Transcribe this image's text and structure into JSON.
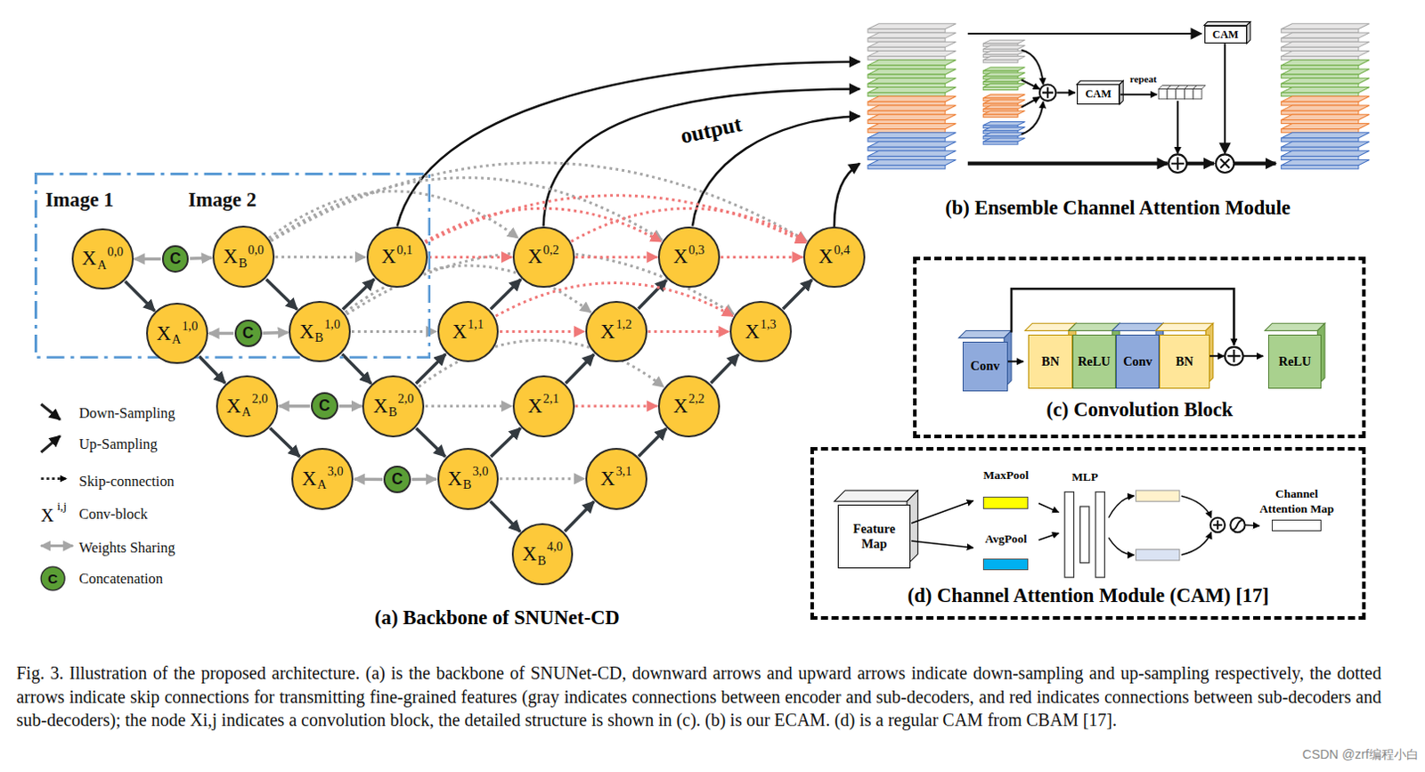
{
  "diagram": {
    "caption": "Fig. 3. Illustration of the proposed architecture. (a) is the backbone of SNUNet-CD, downward arrows and upward arrows indicate down-sampling and up-sampling respectively, the dotted arrows indicate skip connections for transmitting fine-grained features (gray indicates connections between encoder and sub-decoders, and red indicates connections between sub-decoders and sub-decoders); the node Xi,j indicates a convolution block, the detailed structure is shown in (c). (b) is our ECAM. (d) is a regular CAM from CBAM [17].",
    "nodes": [
      {
        "text": [
          "Image 1",
          "Image 2"
        ]
      },
      {
        "text": [
          "X",
          "A",
          "0,0"
        ],
        "in": 0
      },
      {
        "text": [
          "C"
        ],
        "in": 0
      },
      {
        "text": [
          "X",
          "B",
          "0,0"
        ],
        "in": 0
      },
      {
        "text": [
          "X",
          "A",
          "1,0"
        ],
        "in": 0
      },
      {
        "text": [
          "C"
        ],
        "in": 0
      },
      {
        "text": [
          "X",
          "B",
          "1,0"
        ],
        "in": 0
      },
      {
        "text": [
          "X",
          "0,1"
        ]
      },
      {
        "text": [
          "X",
          "0,2"
        ]
      },
      {
        "text": [
          "X",
          "0,3"
        ]
      },
      {
        "text": [
          "X",
          "0,4"
        ]
      },
      {
        "text": [
          "X",
          "1,1"
        ]
      },
      {
        "text": [
          "X",
          "1,2"
        ]
      },
      {
        "text": [
          "X",
          "1,3"
        ]
      },
      {
        "text": [
          "X",
          "A",
          "2,0"
        ]
      },
      {
        "text": [
          "C"
        ]
      },
      {
        "text": [
          "X",
          "B",
          "2,0"
        ]
      },
      {
        "text": [
          "X",
          "2,1"
        ]
      },
      {
        "text": [
          "X",
          "2,2"
        ]
      },
      {
        "text": [
          "X",
          "A",
          "3,0"
        ]
      },
      {
        "text": [
          "C"
        ]
      },
      {
        "text": [
          "X",
          "B",
          "3,0"
        ]
      },
      {
        "text": [
          "X",
          "3,1"
        ]
      },
      {
        "text": [
          "X",
          "B",
          "4,0"
        ]
      },
      {
        "text": [
          "CAM"
        ]
      },
      {
        "text": [
          "CAM"
        ]
      },
      {
        "text": [
          "(c) Convolution Block"
        ]
      },
      {
        "text": [
          "Conv"
        ],
        "in": 26
      },
      {
        "text": [
          "BN"
        ],
        "in": 26
      },
      {
        "text": [
          "ReLU"
        ],
        "in": 26
      },
      {
        "text": [
          "Conv"
        ],
        "in": 26
      },
      {
        "text": [
          "BN"
        ],
        "in": 26
      },
      {
        "text": [
          "ReLU"
        ],
        "in": 26
      },
      {
        "text": [
          "(d) Channel Attention Module (CAM) [17]"
        ]
      },
      {
        "text": [
          "Feature Map"
        ],
        "in": 33
      },
      {
        "text": [
          "MaxPool"
        ],
        "in": 33
      },
      {
        "text": [
          "AvgPool"
        ],
        "in": 33
      },
      {
        "text": [
          "MLP"
        ],
        "in": 33
      },
      {
        "text": [
          "Channel Attention Map"
        ],
        "in": 33
      }
    ],
    "edges": [
      {
        "from": 1,
        "to": 4,
        "arrow": "to"
      },
      {
        "from": 4,
        "to": 14,
        "arrow": "to"
      },
      {
        "from": 14,
        "to": 19,
        "arrow": "to"
      },
      {
        "from": 3,
        "to": 6,
        "arrow": "to"
      },
      {
        "from": 6,
        "to": 16,
        "arrow": "to"
      },
      {
        "from": 16,
        "to": 21,
        "arrow": "to"
      },
      {
        "from": 21,
        "to": 23,
        "arrow": "to"
      },
      {
        "from": 6,
        "to": 7,
        "arrow": "to"
      },
      {
        "from": 16,
        "to": 11,
        "arrow": "to"
      },
      {
        "from": 11,
        "to": 8,
        "arrow": "to"
      },
      {
        "from": 21,
        "to": 17,
        "arrow": "to"
      },
      {
        "from": 17,
        "to": 12,
        "arrow": "to"
      },
      {
        "from": 12,
        "to": 9,
        "arrow": "to"
      },
      {
        "from": 23,
        "to": 22,
        "arrow": "to"
      },
      {
        "from": 22,
        "to": 18,
        "arrow": "to"
      },
      {
        "from": 18,
        "to": 13,
        "arrow": "to"
      },
      {
        "from": 13,
        "to": 10,
        "arrow": "to"
      },
      {
        "from": 2,
        "to": 1,
        "arrow": "to"
      },
      {
        "from": 2,
        "to": 3,
        "arrow": "to"
      },
      {
        "from": 5,
        "to": 4,
        "arrow": "to"
      },
      {
        "from": 5,
        "to": 6,
        "arrow": "to"
      },
      {
        "from": 15,
        "to": 14,
        "arrow": "to"
      },
      {
        "from": 15,
        "to": 16,
        "arrow": "to"
      },
      {
        "from": 20,
        "to": 19,
        "arrow": "to"
      },
      {
        "from": 20,
        "to": 21,
        "arrow": "to"
      },
      {
        "from": 3,
        "to": 7,
        "arrow": "to"
      },
      {
        "from": 3,
        "to": 8,
        "arrow": "to"
      },
      {
        "from": 3,
        "to": 9,
        "arrow": "to"
      },
      {
        "from": 3,
        "to": 10,
        "arrow": "to"
      },
      {
        "from": 6,
        "to": 11,
        "arrow": "to"
      },
      {
        "from": 6,
        "to": 12,
        "arrow": "to"
      },
      {
        "from": 6,
        "to": 13,
        "arrow": "to"
      },
      {
        "from": 16,
        "to": 17,
        "arrow": "to"
      },
      {
        "from": 16,
        "to": 18,
        "arrow": "to"
      },
      {
        "from": 21,
        "to": 22,
        "arrow": "to"
      },
      {
        "from": 7,
        "to": 8,
        "arrow": "to"
      },
      {
        "from": 7,
        "to": 9,
        "arrow": "to"
      },
      {
        "from": 7,
        "to": 10,
        "arrow": "to"
      },
      {
        "from": 8,
        "to": 9,
        "arrow": "to"
      },
      {
        "from": 8,
        "to": 10,
        "arrow": "to"
      },
      {
        "from": 9,
        "to": 10,
        "arrow": "to"
      },
      {
        "from": 11,
        "to": 12,
        "arrow": "to"
      },
      {
        "from": 11,
        "to": 13,
        "arrow": "to"
      },
      {
        "from": 12,
        "to": 13,
        "arrow": "to"
      },
      {
        "from": 17,
        "to": 18,
        "arrow": "to"
      },
      {
        "from": 34,
        "to": 35,
        "arrow": "to"
      },
      {
        "from": 34,
        "to": 36,
        "arrow": "to"
      },
      {
        "from": 35,
        "to": 37,
        "arrow": "to"
      },
      {
        "from": 36,
        "to": 37,
        "arrow": "to"
      }
    ],
    "labels": [
      "output",
      "(a) Backbone of SNUNet-CD",
      "(b) Ensemble Channel Attention Module",
      "repeat",
      "X",
      "i,j",
      "C",
      "CSDN @zrf编程小白"
    ],
    "legend": [
      {
        "text": "Down-Sampling"
      },
      {
        "text": "Up-Sampling"
      },
      {
        "text": "Skip-connection"
      },
      {
        "text": "Conv-block"
      },
      {
        "text": "Weights Sharing"
      },
      {
        "text": "Concatenation"
      }
    ]
  }
}
